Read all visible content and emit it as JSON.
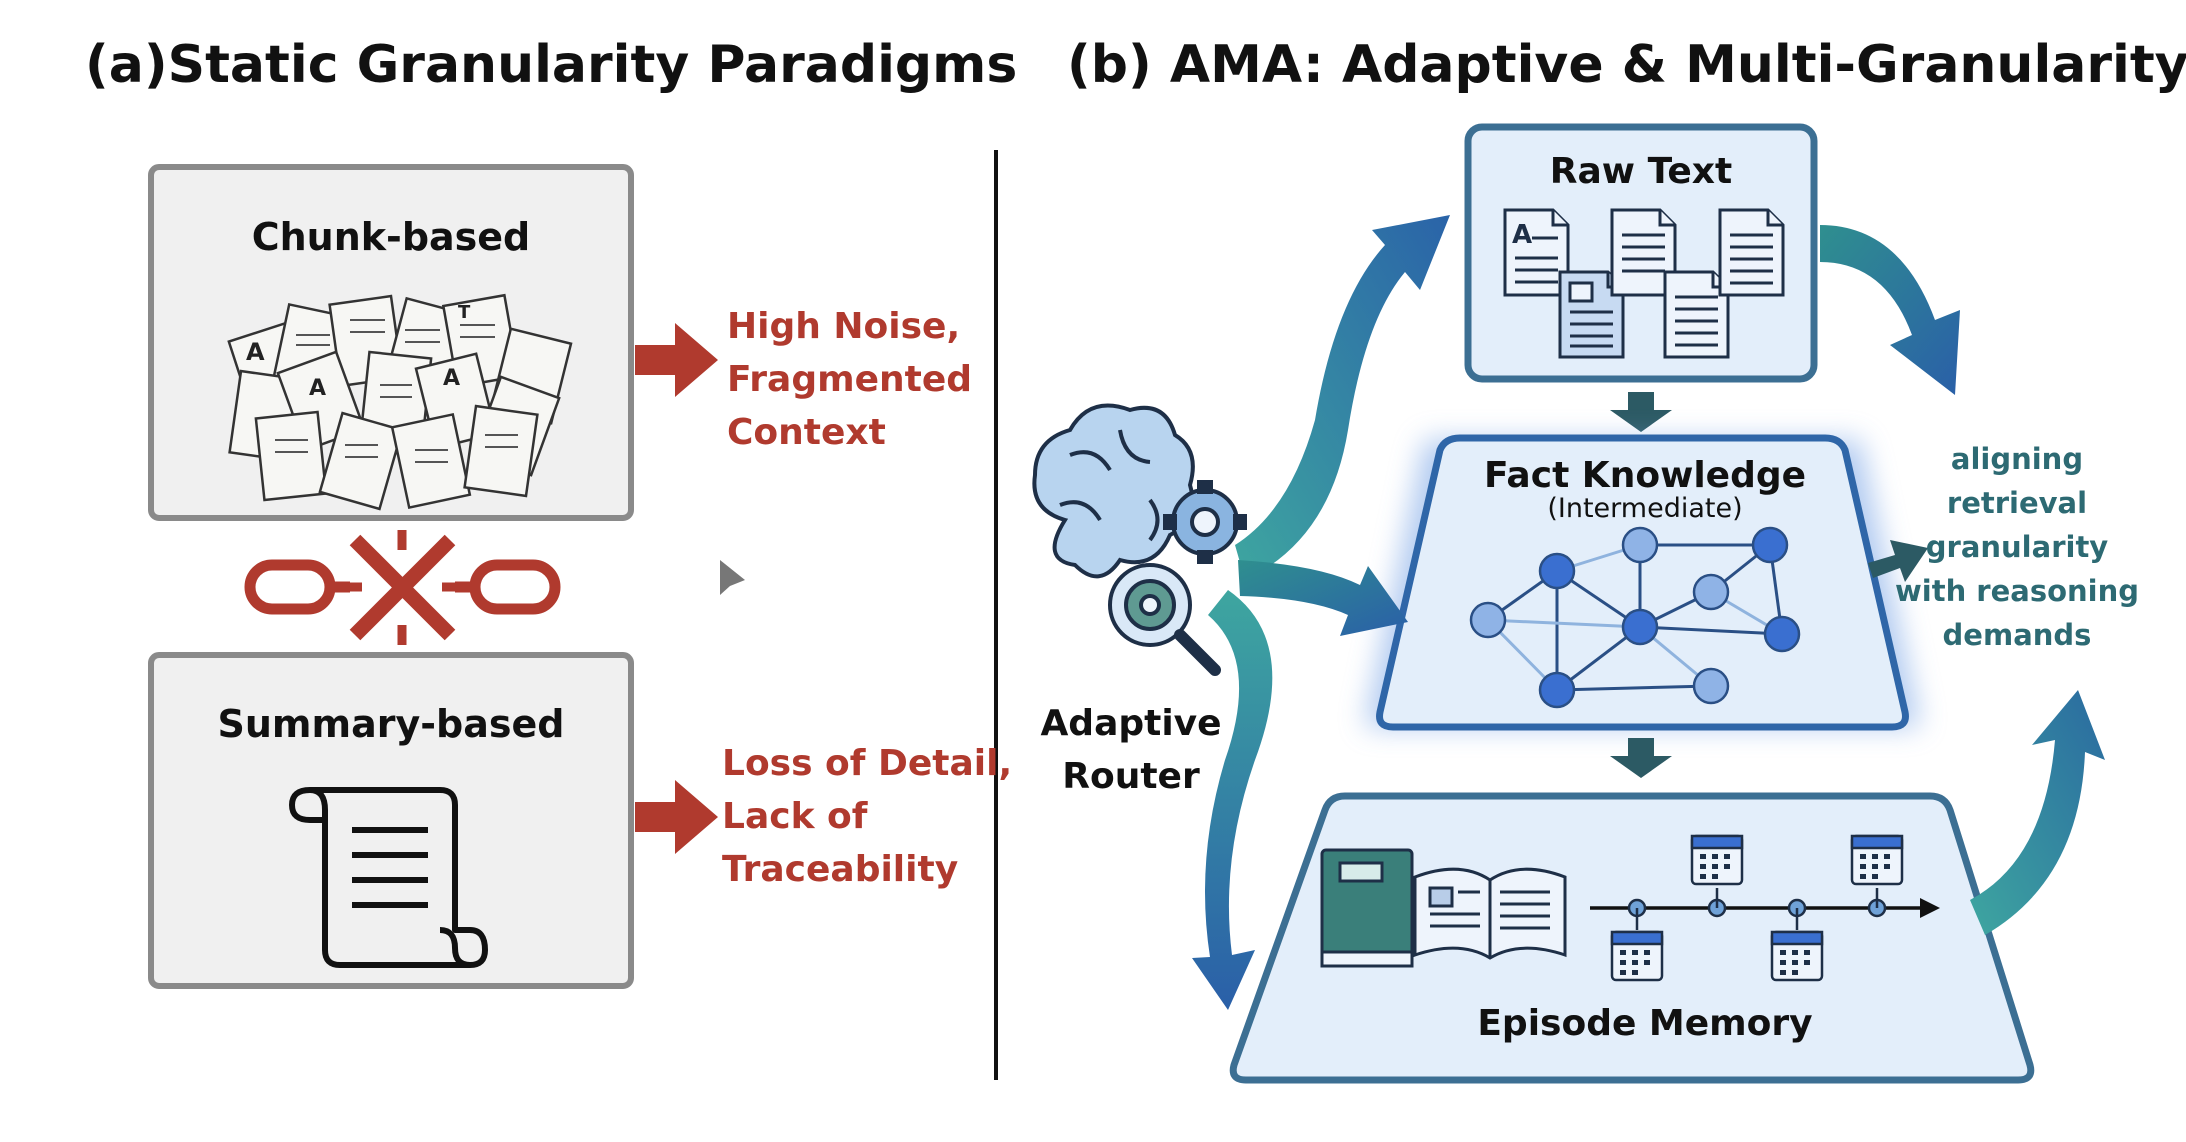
{
  "left_panel": {
    "title": "(a)Static Granularity Paradigms",
    "chunk_box": {
      "label": "Chunk-based"
    },
    "chunk_problem": [
      "High Noise,",
      "Fragmented",
      "Context"
    ],
    "summary_box": {
      "label": "Summary-based"
    },
    "summary_problem": [
      "Loss of Detail,",
      "Lack of",
      "Traceability"
    ]
  },
  "right_panel": {
    "title": "(b) AMA: Adaptive & Multi-Granularity",
    "raw_text": {
      "label": "Raw Text"
    },
    "fact_knowledge": {
      "label": "Fact Knowledge",
      "sublabel": "(Intermediate)"
    },
    "episode_memory": {
      "label": "Episode Memory"
    },
    "router": {
      "label": [
        "Adaptive",
        "Router"
      ]
    },
    "goal": [
      "aligning",
      "retrieval",
      "granularity",
      "with reasoning",
      "demands"
    ]
  },
  "colors": {
    "problem_red": "#b03a2e",
    "teal": "#2d6a73",
    "panel_fill": "#e3eefa",
    "panel_border": "#3c6f93",
    "gray_box": "#f0f0f0"
  },
  "icons": [
    "scattered-documents-icon",
    "broken-chain-icon",
    "scroll-icon",
    "document-stack-icon",
    "knowledge-graph-icon",
    "books-icon",
    "timeline-calendar-icon",
    "brain-gear-icon"
  ]
}
